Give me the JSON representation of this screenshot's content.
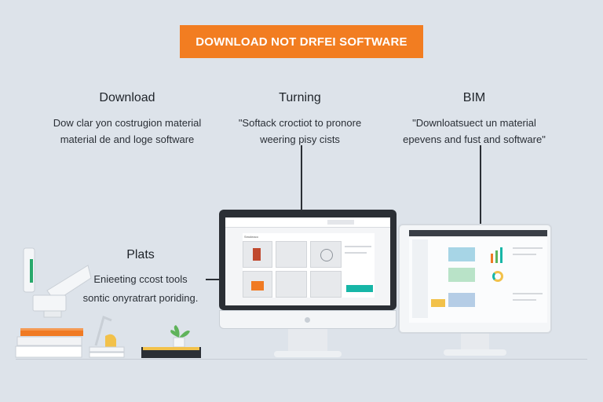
{
  "banner": {
    "label": "DOWNLOAD NOT DRFEI SOFTWARE"
  },
  "columns": [
    {
      "title": "Download",
      "lines": [
        "Dow clar yon costrugion material",
        "material de and loge software"
      ]
    },
    {
      "title": "Turning",
      "lines": [
        "\"Softack croctiot to pronore",
        "weering pisy cists"
      ]
    },
    {
      "title": "BIM",
      "lines": [
        "\"Downloatsuect un material",
        "epevens and fust and software\""
      ]
    }
  ],
  "left_panel": {
    "title": "Plats",
    "lines": [
      "Enieeting ccost tools",
      "sontic onyratrart poriding."
    ]
  },
  "left_monitor": {
    "top_label": "Smoleaco",
    "accent": "#17b6a7"
  },
  "colors": {
    "background": "#dde3ea",
    "banner": "#f27d21",
    "accent_teal": "#17b6a7",
    "book_orange": "#f07a23"
  },
  "icons": [
    "desk-lamp-icon",
    "book-stack-icon",
    "plant-icon",
    "scanner-icon",
    "architecture-icon",
    "brain-icon"
  ]
}
